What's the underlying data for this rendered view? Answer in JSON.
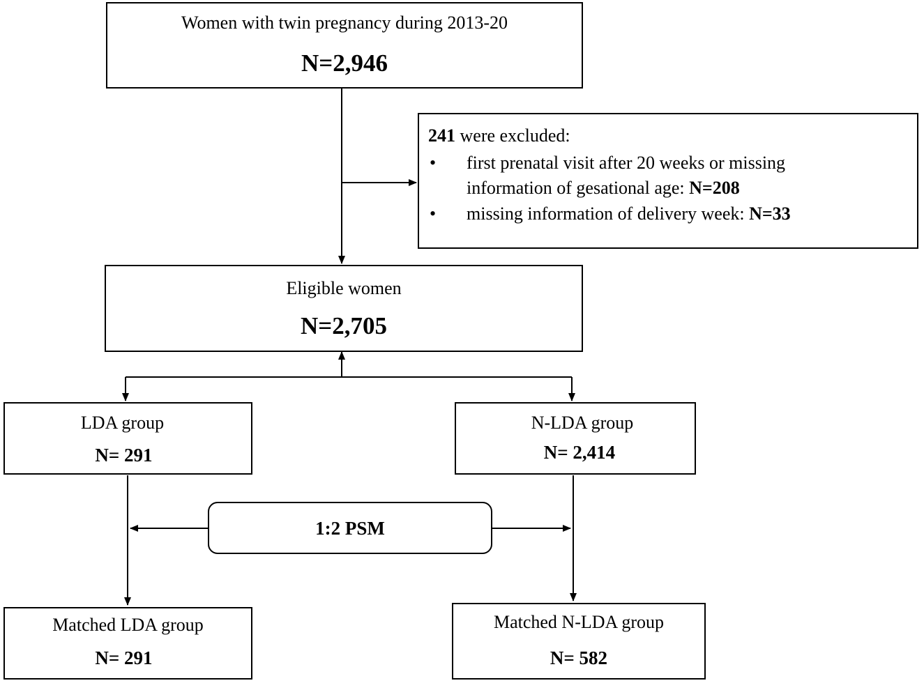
{
  "top_box": {
    "title": "Women with twin pregnancy during 2013-20",
    "count": "N=2,946"
  },
  "excluded_box": {
    "count": "241",
    "heading_rest": " were excluded:",
    "bullet": "•",
    "item1_line1": "first prenatal visit after 20 weeks or missing",
    "item1_line2_text": "information of gesational age: ",
    "item1_count": "N=208",
    "item2_text": "missing information of delivery week: ",
    "item2_count": "N=33"
  },
  "eligible_box": {
    "title": "Eligible women",
    "count": "N=2,705"
  },
  "lda_box": {
    "title": "LDA group",
    "count": "N= 291"
  },
  "nlda_box": {
    "title": "N-LDA group",
    "count": "N= 2,414"
  },
  "psm_box": {
    "label": "1:2 PSM"
  },
  "matched_lda_box": {
    "title": "Matched LDA group",
    "count": "N= 291"
  },
  "matched_nlda_box": {
    "title": "Matched N-LDA group",
    "count": "N= 582"
  }
}
